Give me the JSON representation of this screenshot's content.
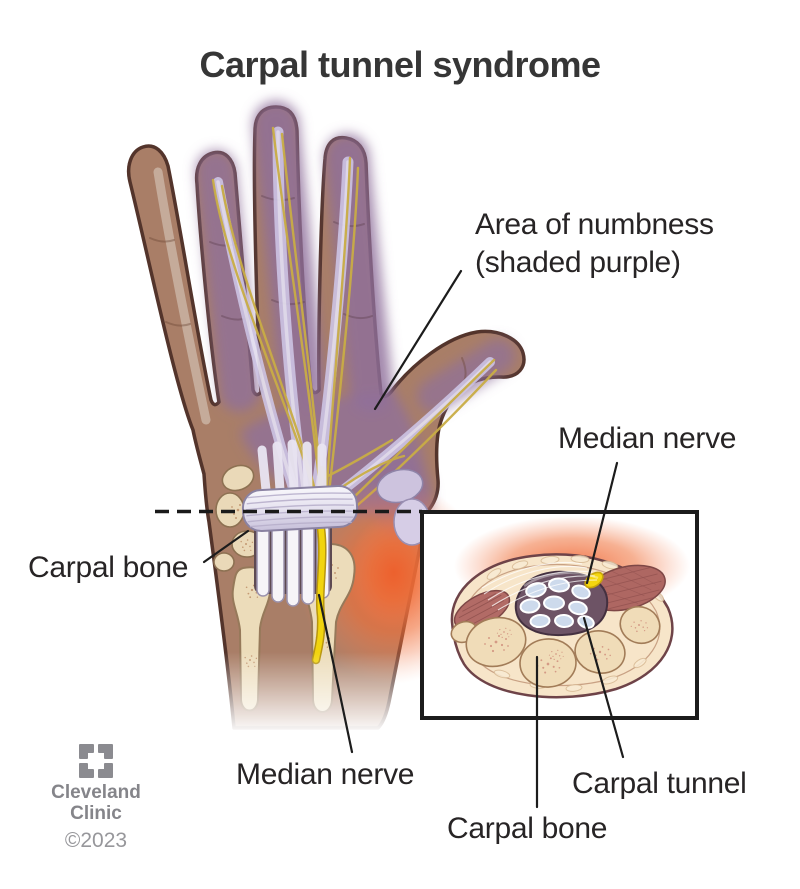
{
  "title": "Carpal tunnel syndrome",
  "labels": {
    "area_of_numbness_line1": "Area of numbness",
    "area_of_numbness_line2": "(shaded purple)",
    "median_nerve_top": "Median nerve",
    "carpal_bone_left": "Carpal bone",
    "median_nerve_bottom": "Median nerve",
    "carpal_tunnel": "Carpal tunnel",
    "carpal_bone_bottom": "Carpal bone"
  },
  "footer": {
    "brand_line1": "Cleveland",
    "brand_line2": "Clinic",
    "copyright": "©2023"
  },
  "palette": {
    "skin_brown": "#a97e67",
    "numbness_purple": "#8f6f9b",
    "nerve_yellow": "#f1d40e",
    "tendon_lavender": "#cdc4e4",
    "bone_cream": "#ecdcba",
    "inflammation_orange": "#f0642f",
    "tunnel_mauve": "#6d5365",
    "tendon_oval_blue": "#cddaec",
    "muscle_rose": "#b26b66",
    "label_text": "#272425",
    "brand_gray": "#85858a"
  }
}
